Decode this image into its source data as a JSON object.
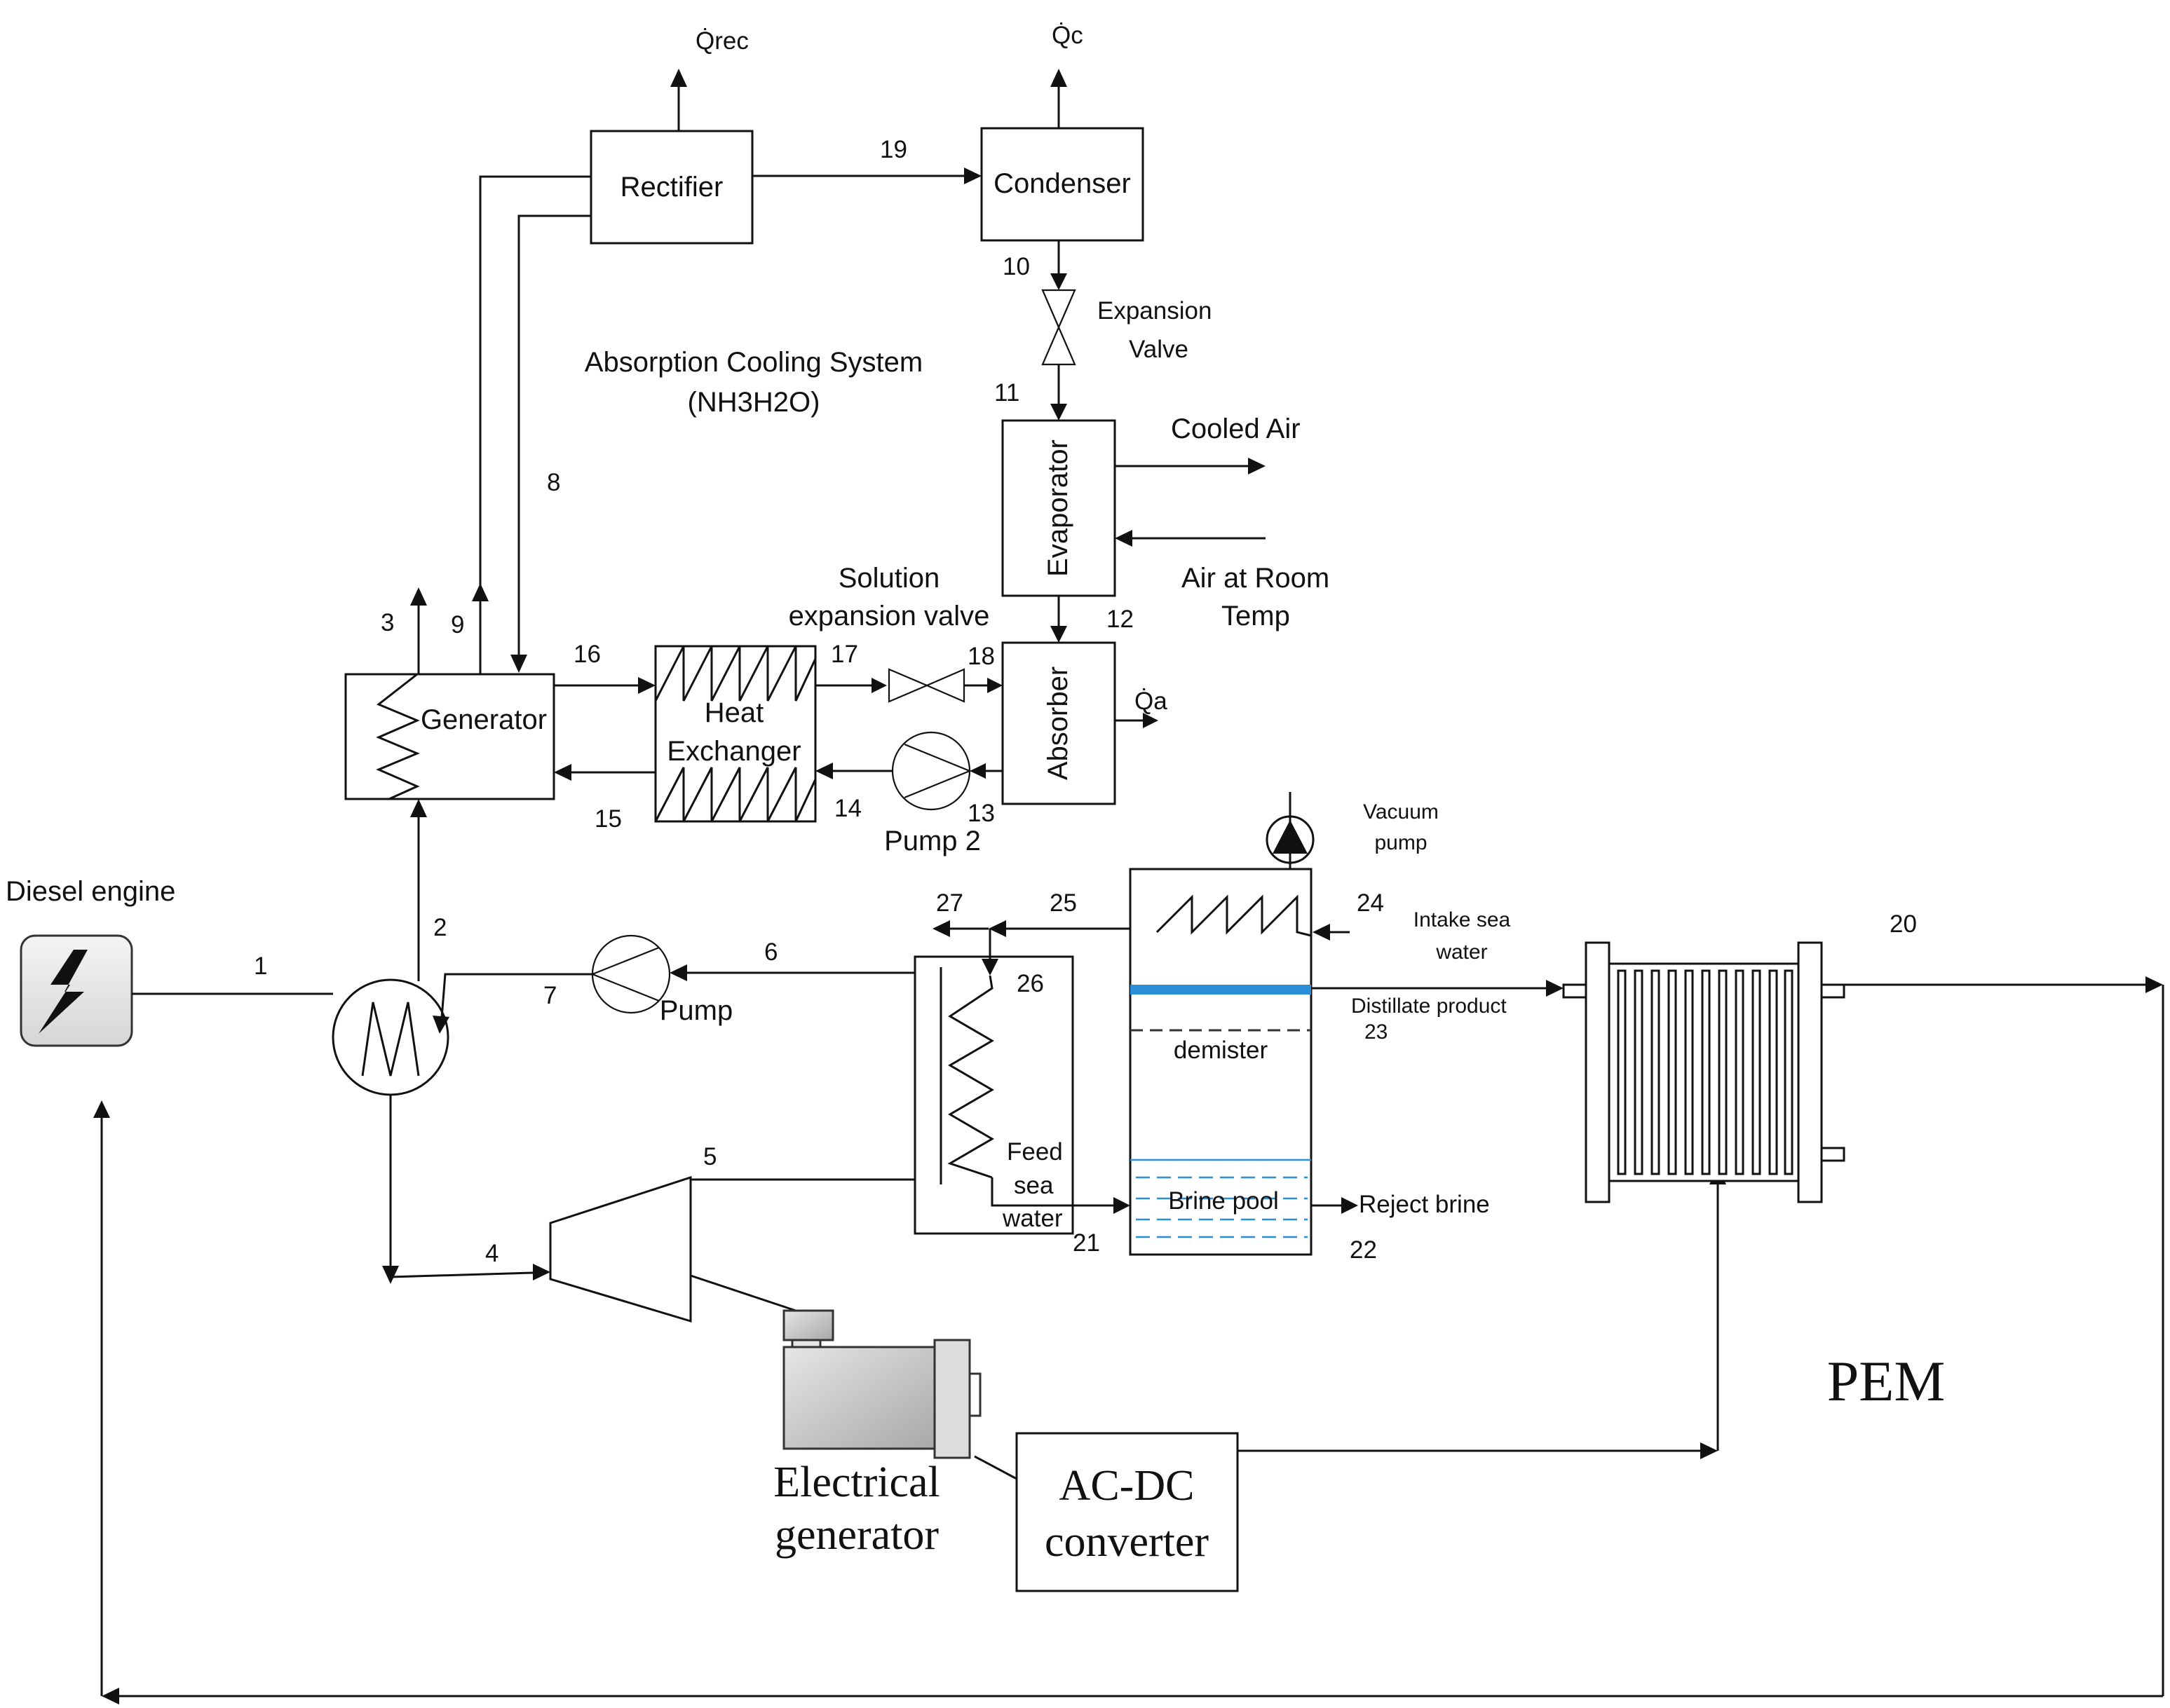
{
  "labels": {
    "q_rec": "Q̇rec",
    "q_c": "Q̇c",
    "q_a": "Q̇a",
    "rectifier": "Rectifier",
    "condenser": "Condenser",
    "expansion_valve_line1": "Expansion",
    "expansion_valve_line2": "Valve",
    "absorption_title": "Absorption Cooling System",
    "absorption_formula": "(NH3H2O)",
    "evaporator": "Evaporator",
    "cooled_air": "Cooled Air",
    "air_room_line1": "Air at Room",
    "air_room_line2": "Temp",
    "solution_valve_line1": "Solution",
    "solution_valve_line2": "expansion valve",
    "generator": "Generator",
    "heat_exchanger_line1": "Heat",
    "heat_exchanger_line2": "Exchanger",
    "absorber": "Absorber",
    "pump2": "Pump 2",
    "pump": "Pump",
    "diesel_engine": "Diesel engine",
    "vacuum_pump_line1": "Vacuum",
    "vacuum_pump_line2": "pump",
    "intake_line1": "Intake sea",
    "intake_line2": "water",
    "distillate": "Distillate product",
    "demister": "demister",
    "feed_line1": "Feed",
    "feed_line2": "sea",
    "feed_line3": "water",
    "brine_pool": "Brine pool",
    "reject_brine": "Reject brine",
    "electrical_gen_line1": "Electrical",
    "electrical_gen_line2": "generator",
    "acdc_line1": "AC-DC",
    "acdc_line2": "converter",
    "pem": "PEM"
  },
  "state_points": [
    "1",
    "2",
    "3",
    "4",
    "5",
    "6",
    "7",
    "8",
    "9",
    "10",
    "11",
    "12",
    "13",
    "14",
    "15",
    "16",
    "17",
    "18",
    "19",
    "20",
    "21",
    "22",
    "23",
    "24",
    "25",
    "26",
    "27"
  ],
  "colors": {
    "line": "#111111",
    "water_blue": "#2a8fd6",
    "demister_bar": "#2a8fd6",
    "machine_gray": "#cfcfcf"
  },
  "icons": {
    "diesel_engine": "lightning-bolt-icon",
    "pumps": "pump-circle-icon",
    "valves": "bowtie-valve-icon"
  }
}
